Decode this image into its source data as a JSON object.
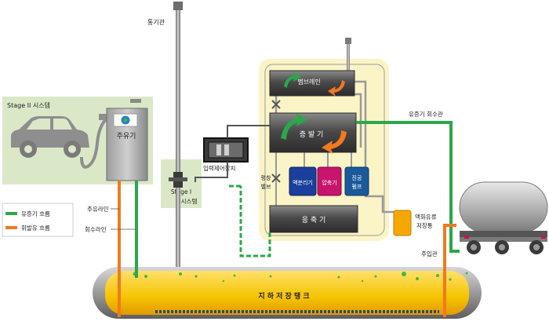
{
  "labels": {
    "vent_pipe": "통기관",
    "stage2_system": "Stage II 시스템",
    "dispenser": "주유기",
    "membrane": "멤브레인",
    "evaporator": "증 발 기",
    "pressure_controller": "입력제어장치",
    "stage1_line1": "Stage I",
    "stage1_line2": "시스템",
    "balance_valve_line1": "평창",
    "balance_valve_line2": "밸브",
    "liquid_separator": "액분리기",
    "compressor": "압축기",
    "vacuum_pump_line1": "진공",
    "vacuum_pump_line2": "펌프",
    "condenser": "응 축 기",
    "vapor_return_pipe": "유증기 회수관",
    "recovered_oil_line1": "액화유류",
    "recovered_oil_line2": "저장통",
    "fuel_supply_line": "주유라인",
    "recovery_line": "회수라인",
    "fill_pipe": "주입관",
    "underground_tank": "지 하 저 장 탱 크"
  },
  "legend": [
    {
      "label": "유증기 흐름",
      "color": "#2aa84a"
    },
    {
      "label": "휘발유 흐름",
      "color": "#f07a1f"
    }
  ],
  "colors": {
    "vapor": "#2aa84a",
    "gasoline": "#f07a1f",
    "stage2_panel": "#dbe8c8",
    "unit_panel": "#fbf4c6",
    "tank_fill": "#f5c400",
    "separator": "#1a3f9c",
    "compressor": "#c8146e",
    "vacuum_pump": "#1a5a9c"
  }
}
